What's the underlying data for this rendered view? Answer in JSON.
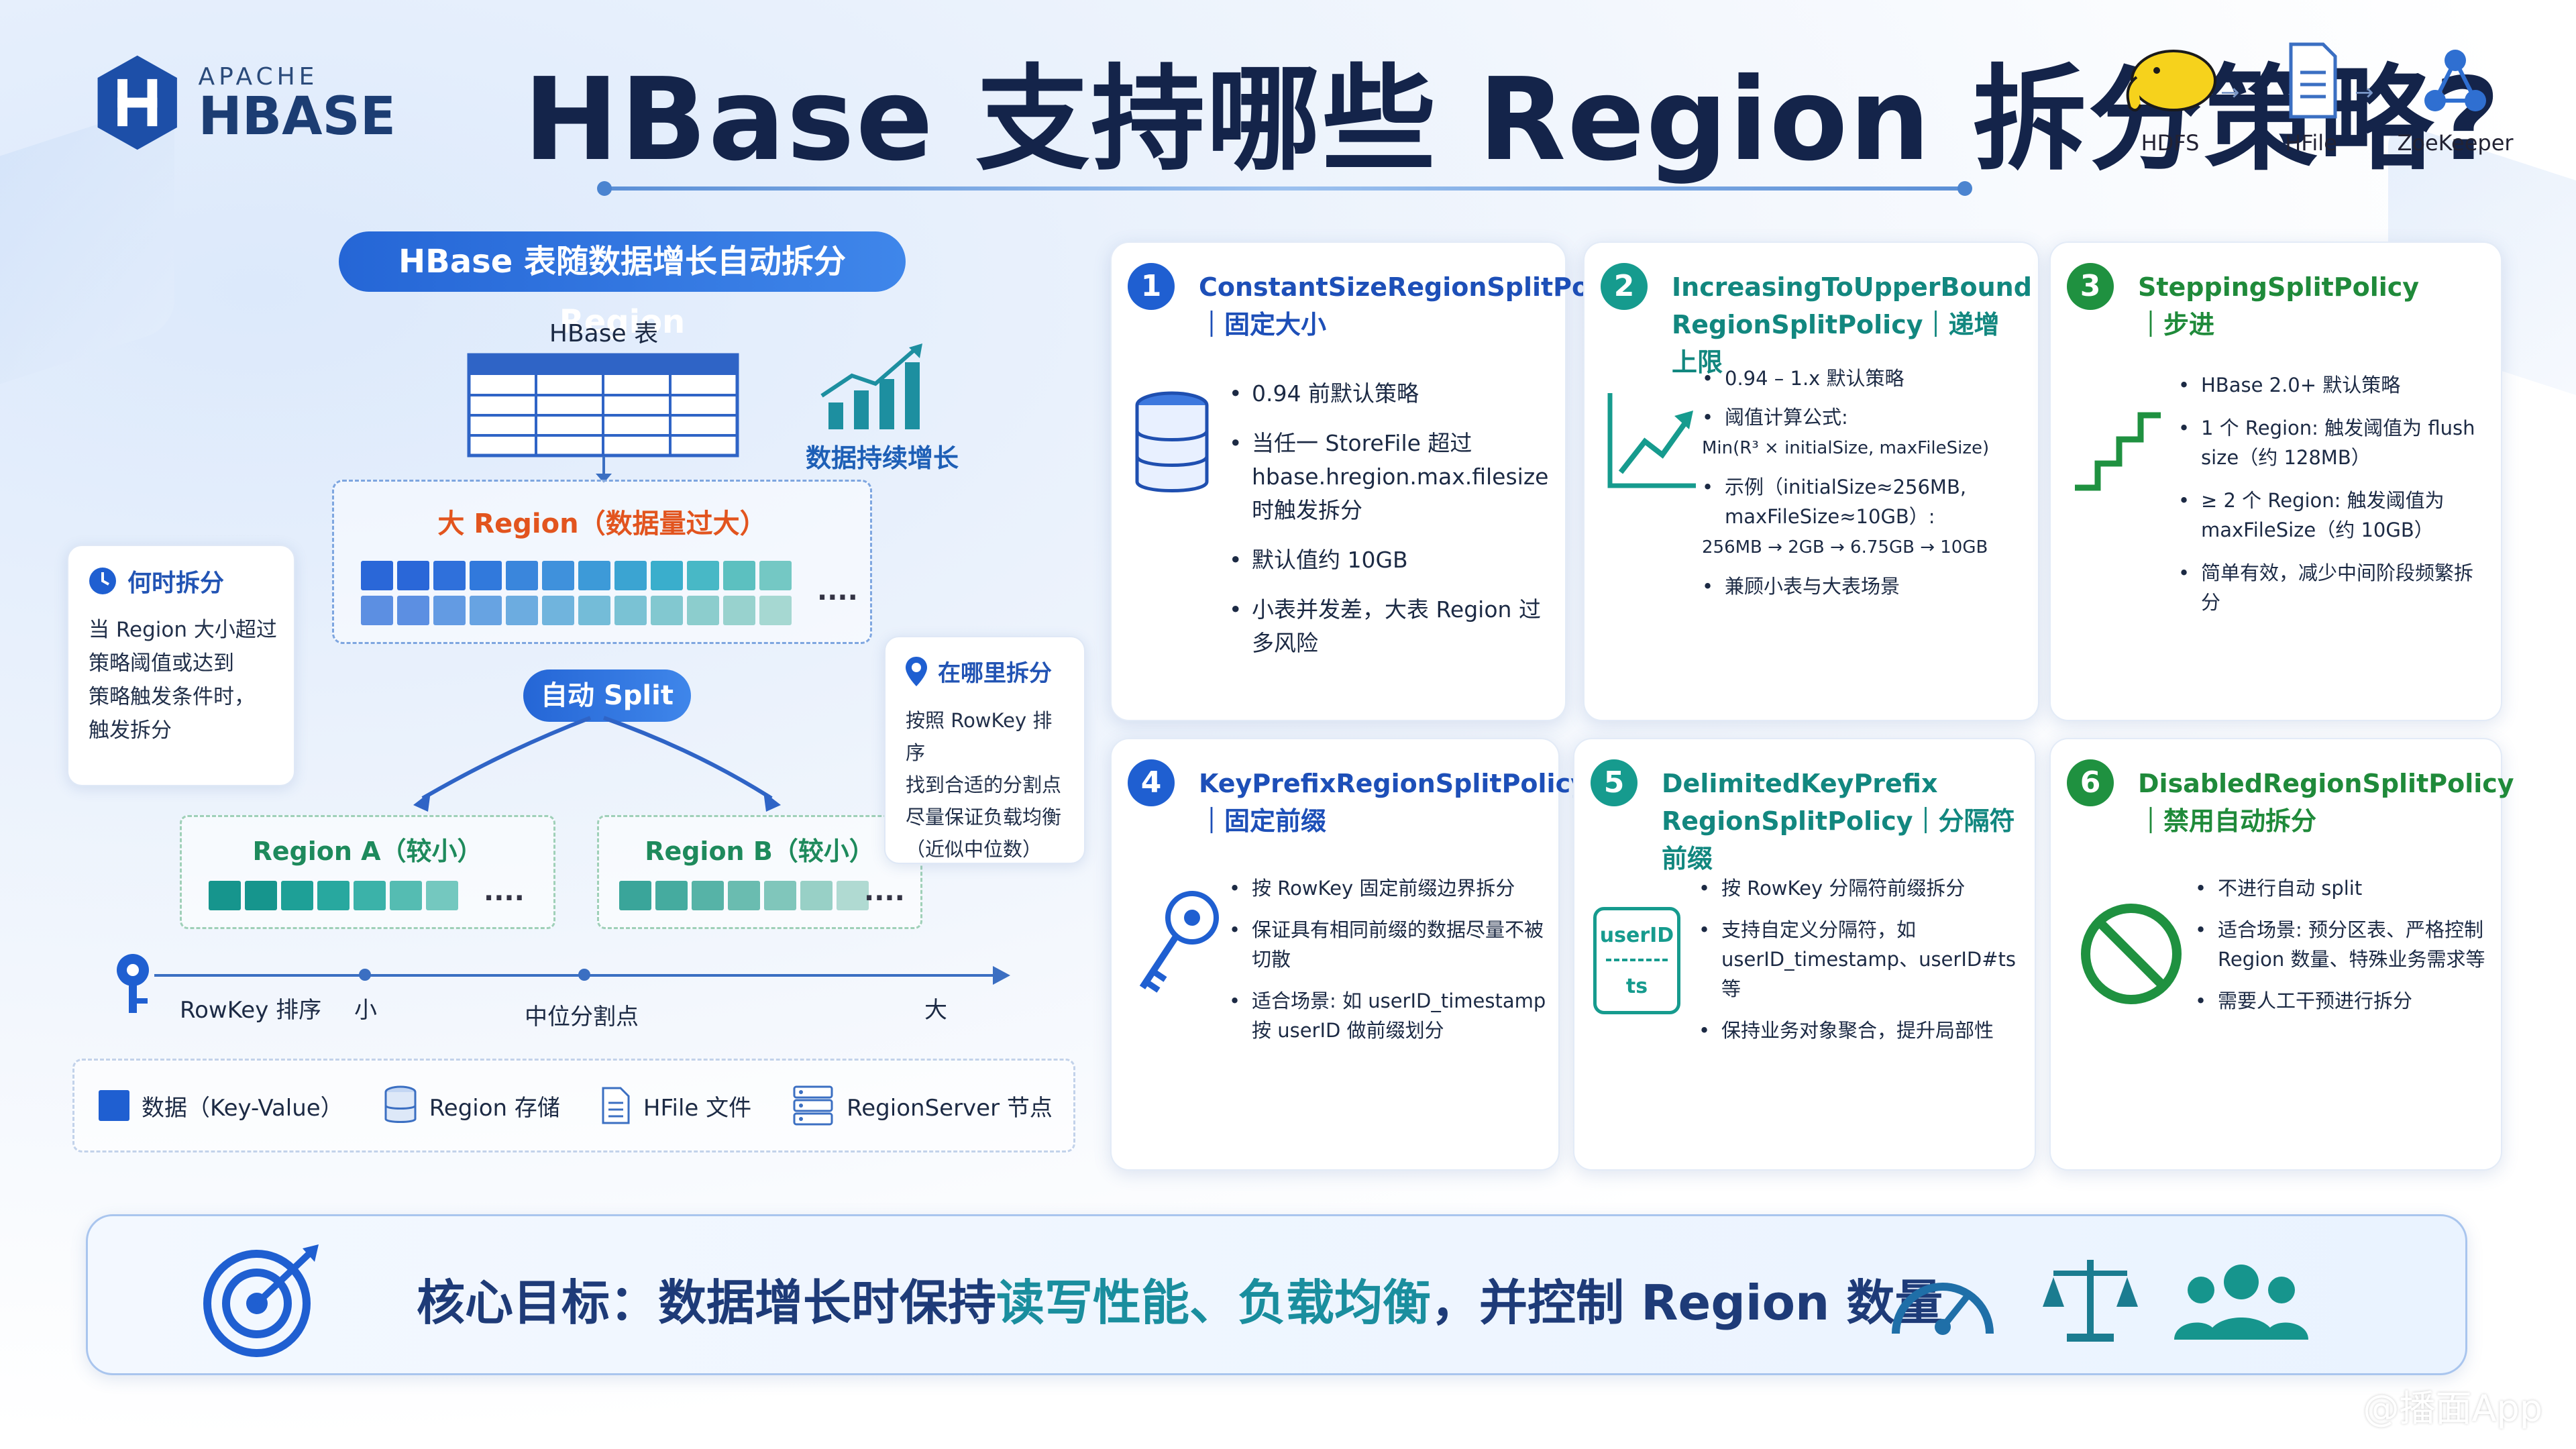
{
  "header": {
    "logo_small": "APACHE",
    "logo_big": "HBASE",
    "title": "HBase 支持哪些 Region 拆分策略?",
    "icons": [
      {
        "name": "hadoop-elephant-icon",
        "label": "HDFS"
      },
      {
        "name": "hfile-document-icon",
        "label": "HFile"
      },
      {
        "name": "zookeeper-network-icon",
        "label": "ZoeKeeper"
      }
    ]
  },
  "left": {
    "title": "HBase 表随数据增长自动拆分 Region",
    "table_label": "HBase 表",
    "growth_label": "数据持续增长",
    "big_region": "大 Region（数据量过大）",
    "auto_split": "自动 Split",
    "region_a": "Region A（较小）",
    "region_b": "Region B（较小）",
    "dots": "....",
    "when": {
      "title": "何时拆分",
      "lines": [
        "当 Region 大小超过",
        "策略阈值或达到",
        "策略触发条件时，",
        "触发拆分"
      ]
    },
    "where": {
      "title": "在哪里拆分",
      "lines": [
        "按照 RowKey 排序",
        "找到合适的分割点",
        "尽量保证负载均衡",
        "（近似中位数）"
      ]
    },
    "axis": {
      "rowkey": "RowKey 排序",
      "small": "小",
      "median": "中位分割点",
      "large": "大"
    },
    "legend": [
      {
        "icon": "data-square-icon",
        "label": "数据（Key-Value）"
      },
      {
        "icon": "database-icon",
        "label": "Region 存储"
      },
      {
        "icon": "file-icon",
        "label": "HFile 文件"
      },
      {
        "icon": "server-icon",
        "label": "RegionServer 节点"
      }
    ]
  },
  "cards": [
    {
      "num": "1",
      "title_a": "ConstantSizeRegionSplitPolicy",
      "title_b": "｜固定大小",
      "icon": "database-icon",
      "color": "#1f5fd1",
      "items": [
        "0.94 前默认策略",
        "当任一 StoreFile 超过 hbase.hregion.max.filesize 时触发拆分",
        "默认值约 10GB",
        "小表并发差，大表 Region 过多风险"
      ]
    },
    {
      "num": "2",
      "title_a": "IncreasingToUpperBound",
      "title_b": "RegionSplitPolicy｜递增上限",
      "icon": "rising-chart-icon",
      "color": "#169b8e",
      "items": [
        "0.94 – 1.x 默认策略",
        "阈值计算公式:",
        "Min(R³ × initialSize, maxFileSize)",
        "示例（initialSize≈256MB, maxFileSize≈10GB）:",
        "256MB → 2GB → 6.75GB → 10GB",
        "兼顾小表与大表场景"
      ]
    },
    {
      "num": "3",
      "title_a": "SteppingSplitPolicy",
      "title_b": "｜步进",
      "icon": "stairs-icon",
      "color": "#1f9140",
      "items": [
        "HBase 2.0+ 默认策略",
        "1 个 Region: 触发阈值为 flush size（约 128MB）",
        "≥ 2 个 Region: 触发阈值为 maxFileSize（约 10GB）",
        "简单有效，减少中间阶段频繁拆分"
      ]
    },
    {
      "num": "4",
      "title_a": "KeyPrefixRegionSplitPolicy",
      "title_b": "｜固定前缀",
      "icon": "key-icon",
      "color": "#1f5fd1",
      "items": [
        "按 RowKey 固定前缀边界拆分",
        "保证具有相同前缀的数据尽量不被切散",
        "适合场景: 如 userID_timestamp 按 userID 做前缀划分"
      ]
    },
    {
      "num": "5",
      "title_a": "DelimitedKeyPrefix",
      "title_b": "RegionSplitPolicy｜分隔符前缀",
      "icon": "delimiter-icon",
      "icon_top": "userID",
      "icon_bottom": "ts",
      "color": "#169b8e",
      "items": [
        "按 RowKey 分隔符前缀拆分",
        "支持自定义分隔符，如 userID_timestamp、userID#ts 等",
        "保持业务对象聚合，提升局部性"
      ]
    },
    {
      "num": "6",
      "title_a": "DisabledRegionSplitPolicy",
      "title_b": "｜禁用自动拆分",
      "icon": "prohibited-icon",
      "color": "#1f9140",
      "items": [
        "不进行自动 split",
        "适合场景: 预分区表、严格控制 Region 数量、特殊业务需求等",
        "需要人工干预进行拆分"
      ]
    }
  ],
  "bottom": {
    "goal_prefix": "核心目标：数据增长时保持",
    "goal_hl1": "读写性能、负载均衡",
    "goal_suffix": "，并控制 Region 数量",
    "icons": [
      "target-icon",
      "speedometer-icon",
      "balance-scale-icon",
      "users-icon"
    ]
  },
  "watermark": "@播面App"
}
